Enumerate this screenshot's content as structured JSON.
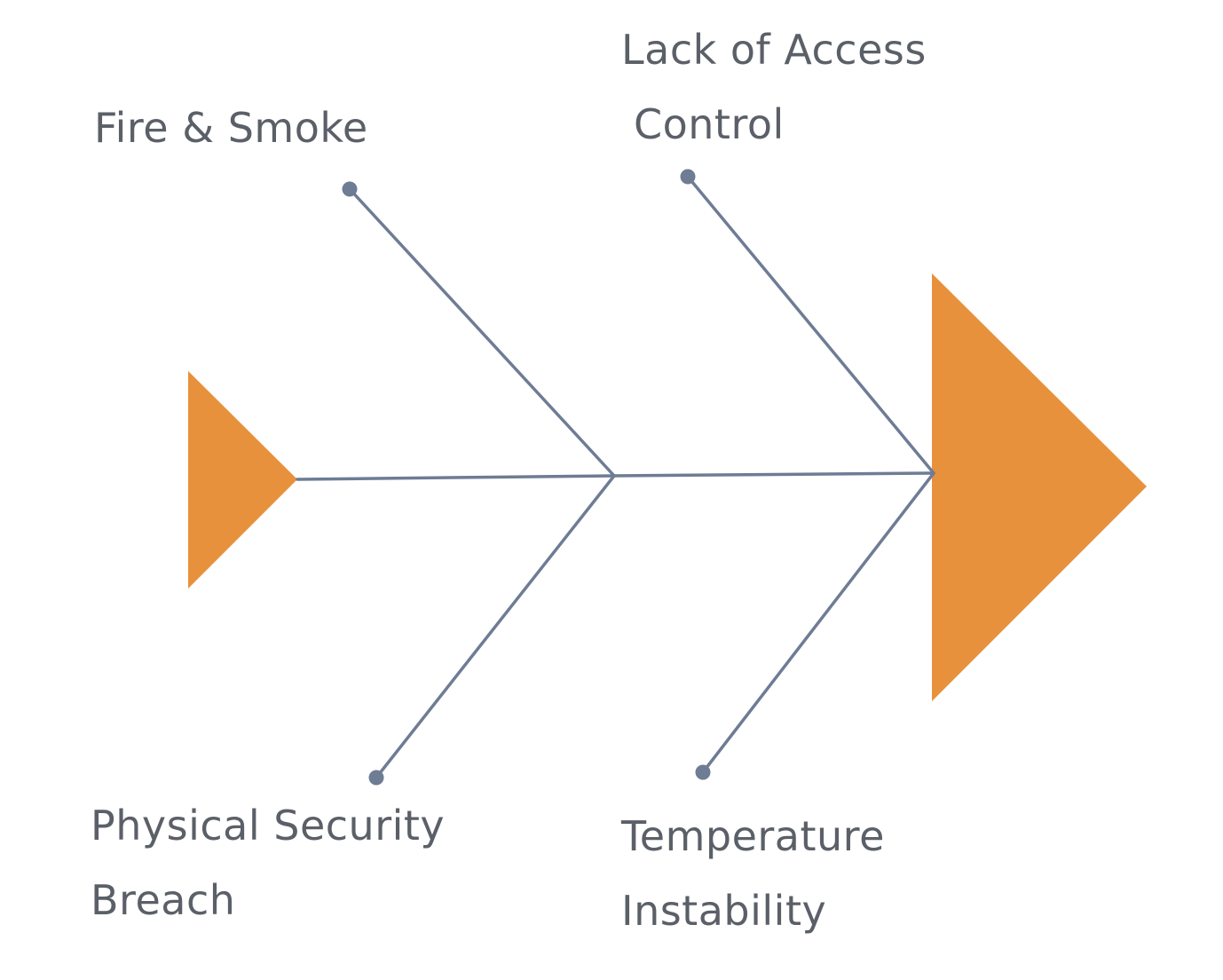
{
  "causes": {
    "fire_smoke": {
      "line1": "Fire & Smoke"
    },
    "lack_of_access_control": {
      "line1": "Lack of Access",
      "line2": "Control"
    },
    "physical_security_breach": {
      "line1": "Physical Security",
      "line2": "Breach"
    },
    "temperature_instability": {
      "line1": "Temperature",
      "line2": "Instability"
    }
  },
  "colors": {
    "head": "#e8913c",
    "tail": "#e8913c",
    "bones": "#6e7c94",
    "text": "#5b6068"
  }
}
